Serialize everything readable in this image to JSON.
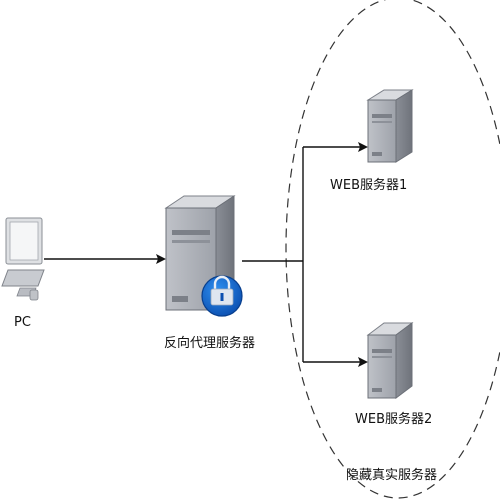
{
  "nodes": {
    "pc": {
      "label": "PC"
    },
    "proxy": {
      "label": "反向代理服务器"
    },
    "web1": {
      "label": "WEB服务器1"
    },
    "web2": {
      "label": "WEB服务器2"
    }
  },
  "group": {
    "label": "隐藏真实服务器"
  },
  "edges": [
    {
      "from": "pc",
      "to": "proxy"
    },
    {
      "from": "proxy",
      "to": "web1"
    },
    {
      "from": "proxy",
      "to": "web2"
    }
  ],
  "icons": {
    "pc": "desktop-computer-icon",
    "proxy": "server-with-lock-icon",
    "web1": "server-icon",
    "web2": "server-icon"
  }
}
